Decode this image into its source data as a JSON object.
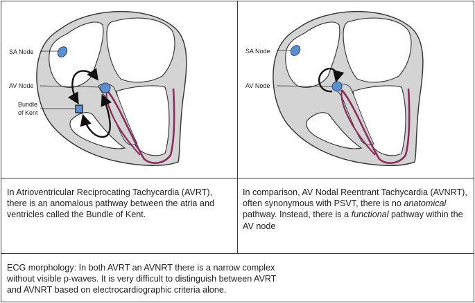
{
  "left_panel": {
    "sa_label": "SA Node",
    "av_label": "AV Node",
    "kent_label_line1": "Bundle",
    "kent_label_line2": "of Kent",
    "text_parts": [
      "In Atrioventricular Reciprocating Tachycardia (AVRT), there is an anomalous pathway between the atria and ventricles called the Bundle of Kent."
    ]
  },
  "right_panel": {
    "sa_label": "SA Node",
    "av_label": "AV Node",
    "text_part1": "In comparison, AV Nodal Reentrant Tachycardia (AVNRT), often synonymous with PSVT, there is no ",
    "text_italic1": "anatomical",
    "text_part2": " pathway. Instead, there is a ",
    "text_italic2": "functional",
    "text_part3": " pathway within the AV node"
  },
  "ecg_text": "ECG morphology: In both AVRT an AVNRT there is a narrow complex without visible p-waves. It is very difficult to distinguish between AVRT and AVNRT based on electrocardiographic criteria alone.",
  "colors": {
    "heart_fill": "#d4d4d4",
    "heart_outline": "#3a3a3a",
    "node_fill": "#5b8fd0",
    "purkinje": "#8b2d5a"
  }
}
